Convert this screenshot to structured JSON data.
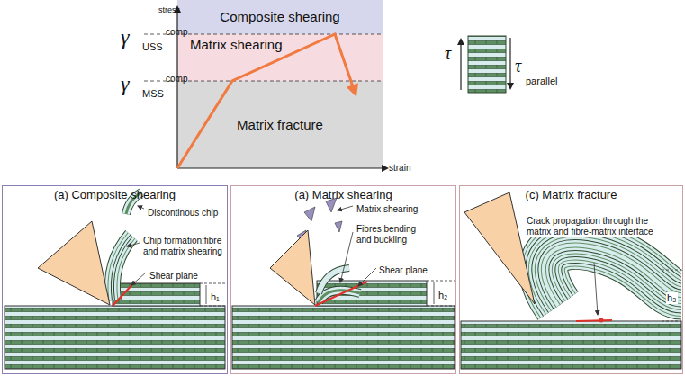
{
  "diagram": {
    "nodes": [
      {
        "text": [
          "Composite shearing"
        ]
      },
      {
        "text": [
          "Matrix shearing"
        ]
      },
      {
        "text": [
          "Matrix fracture"
        ]
      },
      {
        "text": [
          "(a) Composite shearing"
        ]
      },
      {
        "text": [
          "(a) Matrix shearing"
        ]
      },
      {
        "text": [
          "(c) Matrix fracture"
        ]
      }
    ],
    "labels": [
      "stress",
      "strain",
      "γ",
      "USS",
      "comp",
      "γ",
      "MSS",
      "comp",
      "τ",
      "τ",
      "parallel",
      "Discontinous chip",
      "Chip formation:fibre and matrix shearing",
      "Shear plane",
      "h₁",
      "Matrix shearing",
      "Fibres bending and buckling",
      "Shear plane",
      "h₂",
      "Crack propagation through the matrix and fibre-matrix interface",
      "h₃"
    ]
  }
}
